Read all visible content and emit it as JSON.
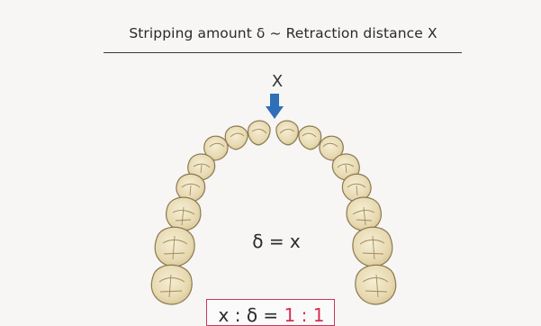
{
  "title": "Stripping amount δ ~ Retraction distance X",
  "arrow_label": "X",
  "equation": "δ = x",
  "ratio": {
    "left": "x : δ = ",
    "right_a": "1",
    "sep": " : ",
    "right_b": "1"
  },
  "colors": {
    "arrow": "#2f6fb8",
    "tooth_fill": "#e9ddb9",
    "tooth_outline": "#8b7a52",
    "ratio_border": "#c8375a",
    "ratio_accent": "#d2314f"
  },
  "icons": [
    "retraction-arrow-icon",
    "tooth-icon"
  ]
}
